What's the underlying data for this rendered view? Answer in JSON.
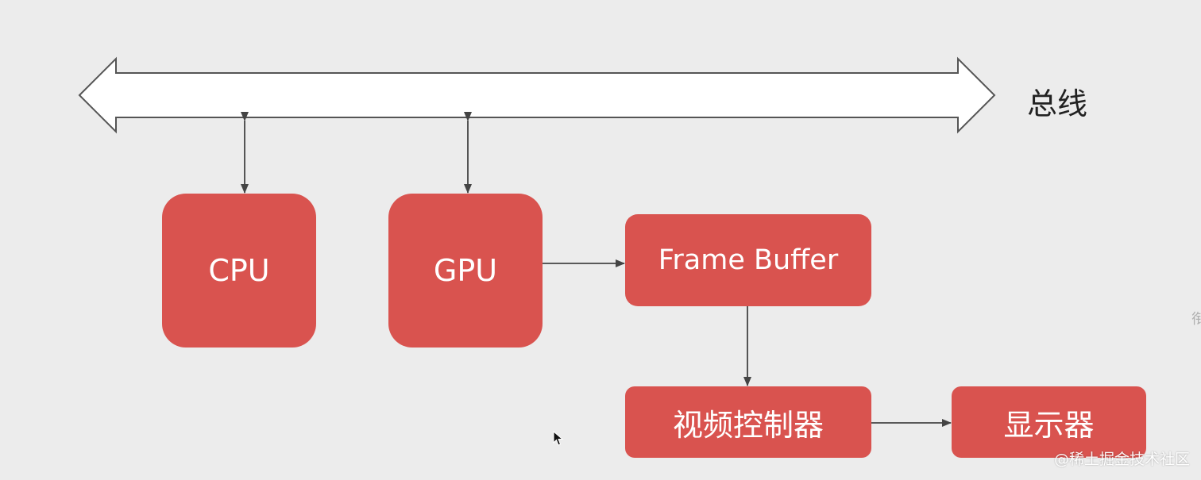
{
  "diagram": {
    "bus_label": "总线",
    "nodes": {
      "cpu": "CPU",
      "gpu": "GPU",
      "frame_buffer": "Frame Buffer",
      "video_controller": "视频控制器",
      "display": "显示器"
    },
    "edges": [
      {
        "from": "cpu",
        "to": "bus",
        "direction": "bidirectional"
      },
      {
        "from": "gpu",
        "to": "bus",
        "direction": "bidirectional"
      },
      {
        "from": "gpu",
        "to": "frame_buffer",
        "direction": "forward"
      },
      {
        "from": "frame_buffer",
        "to": "video_controller",
        "direction": "forward"
      },
      {
        "from": "video_controller",
        "to": "display",
        "direction": "forward"
      }
    ],
    "node_color": "#d9534f",
    "line_color": "#444444"
  },
  "overlay": {
    "edge_glyph": "衔",
    "watermark": "@稀土掘金技术社区"
  }
}
